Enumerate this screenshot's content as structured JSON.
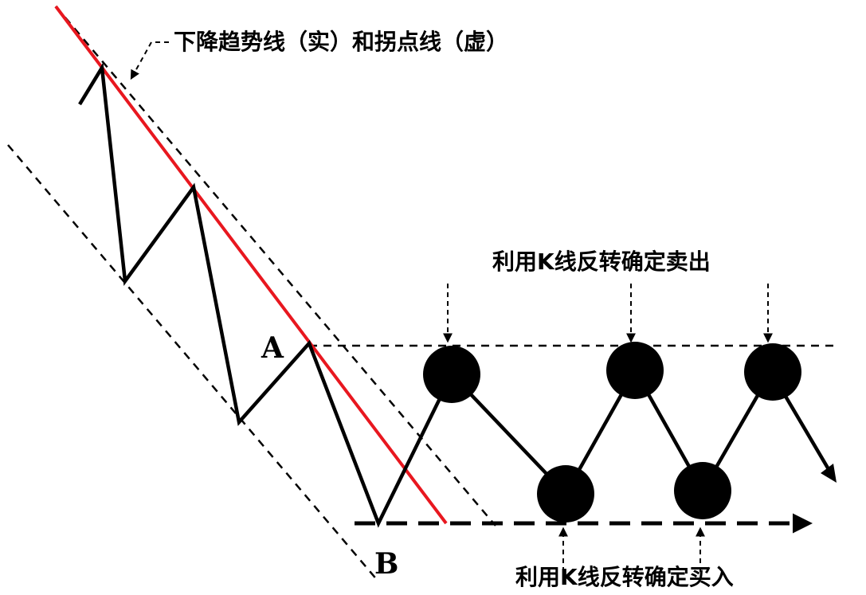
{
  "labels": {
    "trendline_caption": "下降趋势线（实）和拐点线（虚）",
    "sell_caption": "利用K线反转确定卖出",
    "buy_caption": "利用K线反转确定买入",
    "point_a": "A",
    "point_b": "B"
  },
  "colors": {
    "trend_line": "#e8171f",
    "price_line": "#000000",
    "markers": "#000000",
    "background": "#ffffff"
  }
}
